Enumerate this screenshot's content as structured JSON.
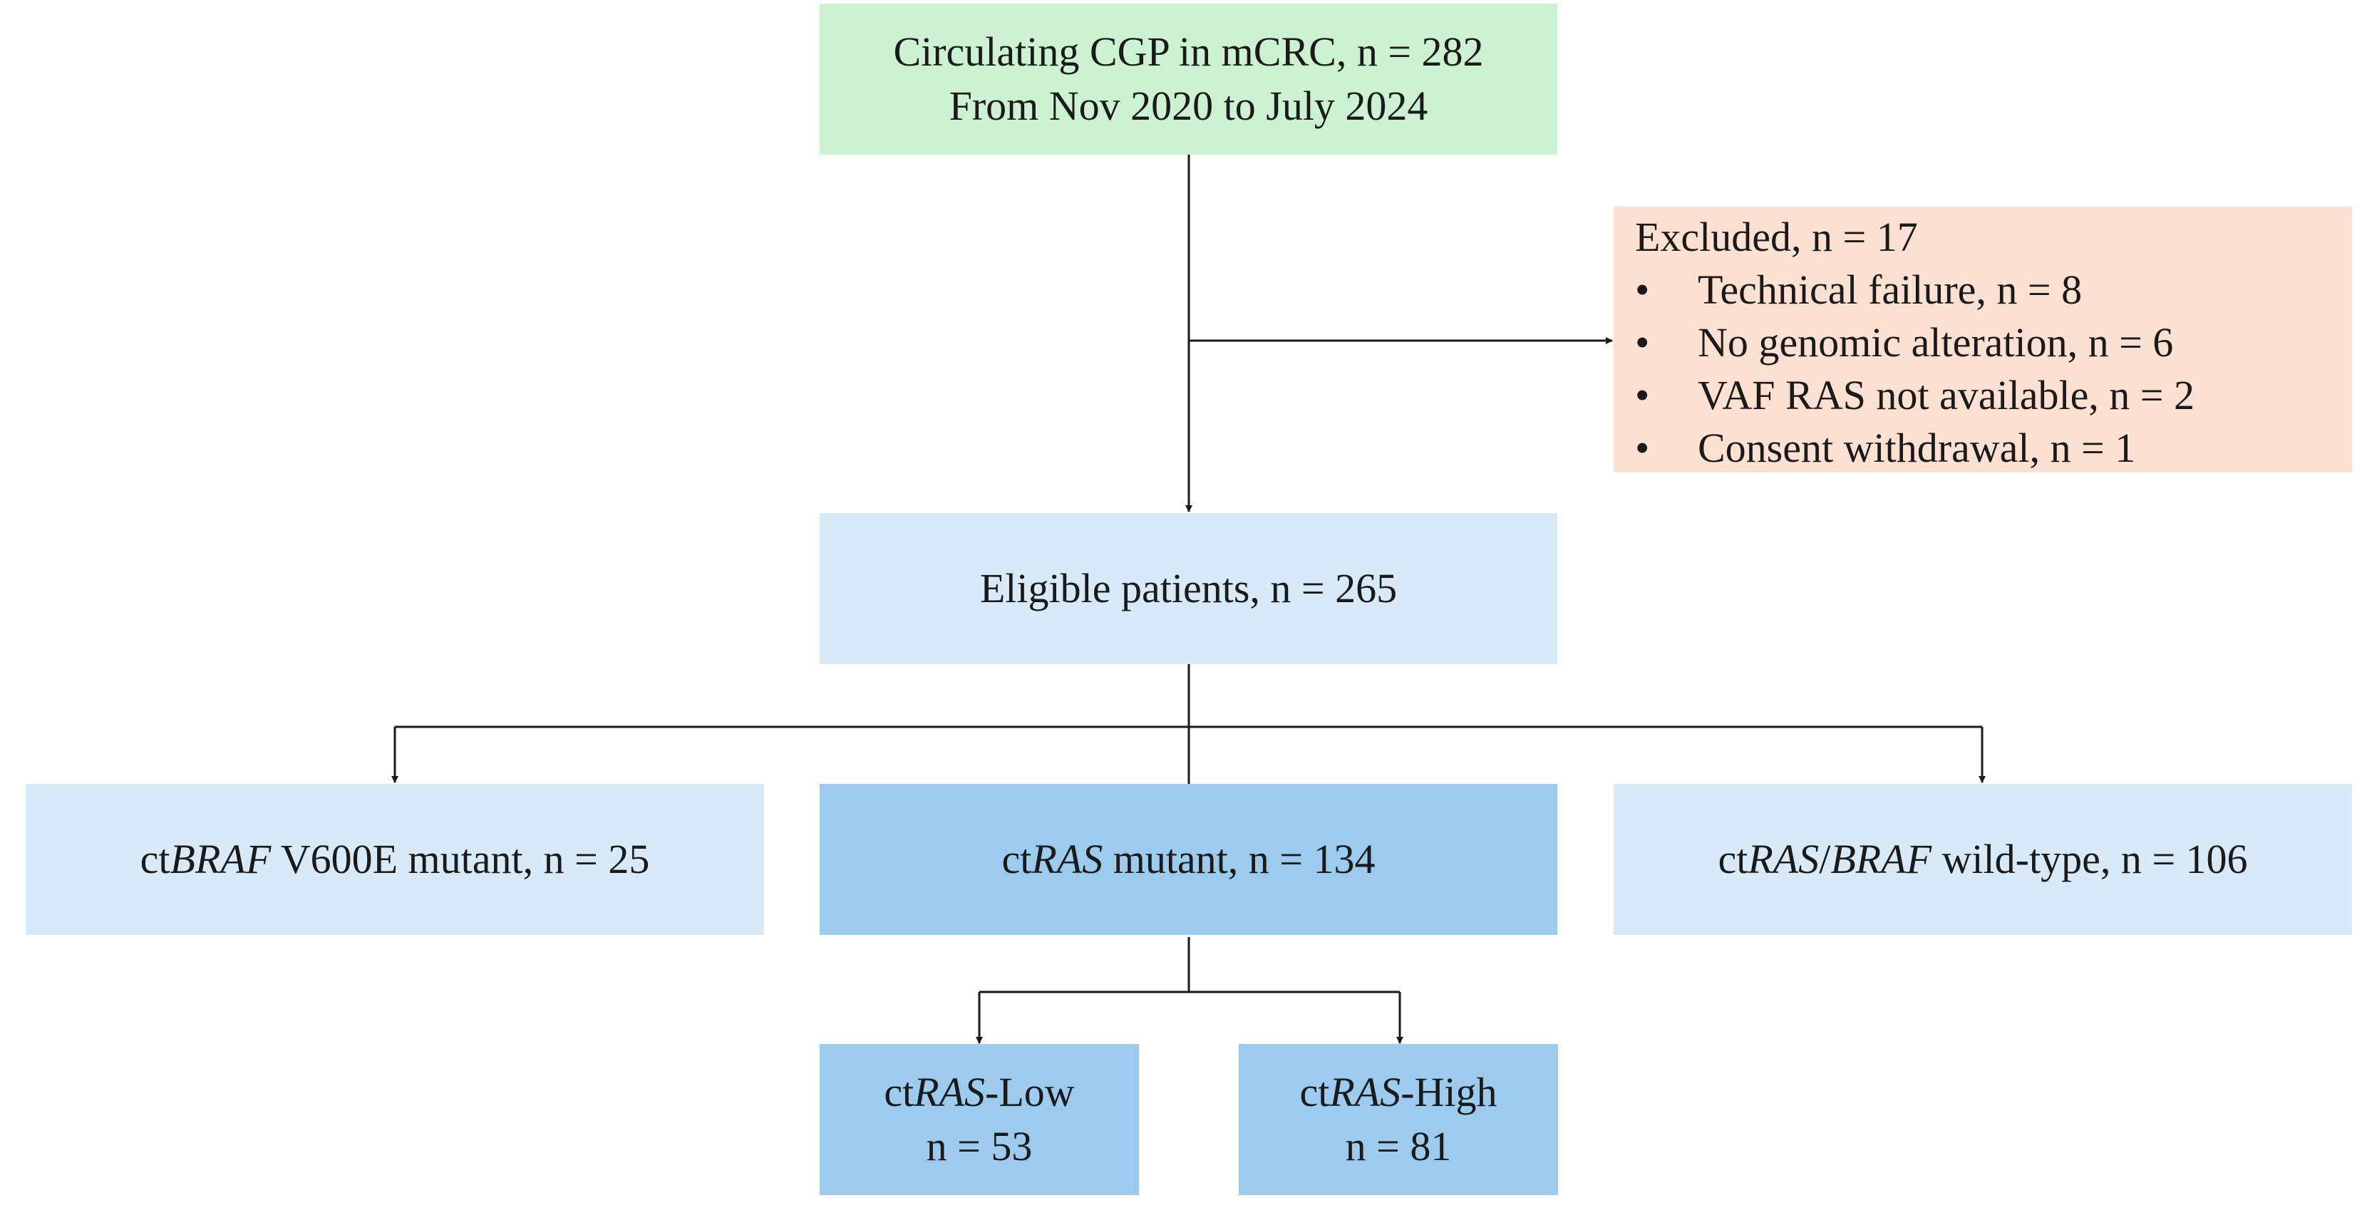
{
  "start": {
    "line1": "Circulating CGP in mCRC, n = 282",
    "line2": "From Nov 2020 to July 2024"
  },
  "excluded": {
    "title": "Excluded, n = 17",
    "items": [
      "Technical failure, n = 8",
      "No genomic alteration, n = 6",
      "VAF RAS not available, n = 2",
      "Consent withdrawal, n = 1"
    ],
    "bullet": "•"
  },
  "eligible": {
    "label": "Eligible patients,  n = 265"
  },
  "braf": {
    "prefix": "ct",
    "gene": "BRAF",
    "suffix": " V600E mutant, n = 25"
  },
  "ras": {
    "prefix": "ct",
    "gene": "RAS",
    "suffix": " mutant, n = 134"
  },
  "wildtype": {
    "prefix": "ct",
    "gene1": "RAS",
    "sep": "/",
    "gene2": "BRAF",
    "suffix": " wild-type,  n = 106"
  },
  "ras_low": {
    "prefix": "ct",
    "gene": "RAS",
    "suffix": "-Low",
    "n": "n = 53"
  },
  "ras_high": {
    "prefix": "ct",
    "gene": "RAS",
    "suffix": "-High",
    "n": "n = 81"
  },
  "colors": {
    "start_fill": "#cdf2d2",
    "excluded_fill": "#fce0d2",
    "light_blue": "#d8e9f7",
    "mid_blue": "#9ccbee",
    "line": "#1a1a1a"
  }
}
